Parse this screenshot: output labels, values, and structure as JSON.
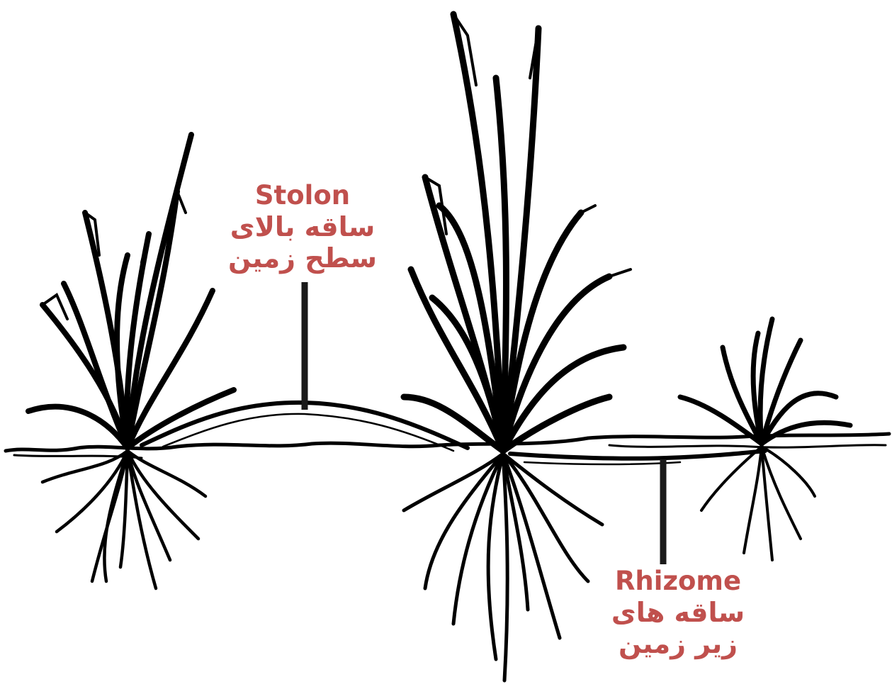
{
  "colors": {
    "ink": "#000000",
    "label": "#c0504d",
    "background": "#ffffff"
  },
  "labels": {
    "stolon": {
      "english": "Stolon",
      "persian_line1": "ساقه بالای",
      "persian_line2": "سطح زمین"
    },
    "rhizome": {
      "english": "Rhizome",
      "persian_line1": "ساقه های",
      "persian_line2": "زیر زمین"
    }
  }
}
